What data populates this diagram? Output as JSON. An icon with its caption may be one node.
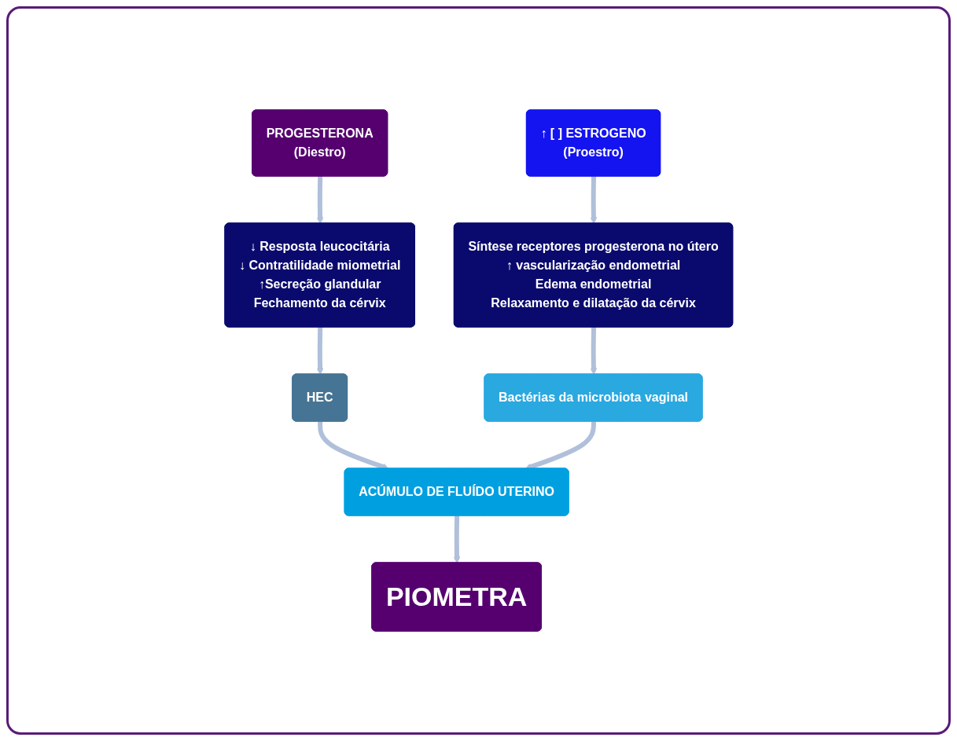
{
  "diagram": {
    "nodes": [
      {
        "text": [
          "↑ [ ] ESTROGENO",
          "(Proestro)"
        ]
      },
      {
        "text": [
          "PROGESTERONA",
          "(Diestro)"
        ]
      },
      {
        "text": [
          "Síntese receptores progesterona no útero",
          "↑ vascularização endometrial",
          "Edema endometrial",
          "Relaxamento e dilatação da cérvix"
        ]
      },
      {
        "text": [
          "HEC"
        ]
      },
      {
        "text": [
          "↓ Resposta leucocitária",
          "↓ Contratilidade miometrial",
          "↑Secreção glandular",
          "Fechamento da cérvix"
        ]
      },
      {
        "text": [
          "Bactérias da microbiota vaginal"
        ]
      },
      {
        "text": [
          "ACÚMULO DE FLUÍDO UTERINO"
        ]
      },
      {
        "text": [
          "PIOMETRA"
        ]
      }
    ],
    "edges": [
      {
        "from": 0,
        "to": 2,
        "arrow": "to"
      },
      {
        "from": 1,
        "to": 4,
        "arrow": "to"
      },
      {
        "from": 4,
        "to": 3,
        "arrow": "to"
      },
      {
        "from": 2,
        "to": 5,
        "arrow": "to"
      },
      {
        "from": 3,
        "to": 6,
        "arrow": "to"
      },
      {
        "from": 5,
        "to": 6,
        "arrow": "to"
      },
      {
        "from": 6,
        "to": 7,
        "arrow": "to"
      }
    ]
  }
}
